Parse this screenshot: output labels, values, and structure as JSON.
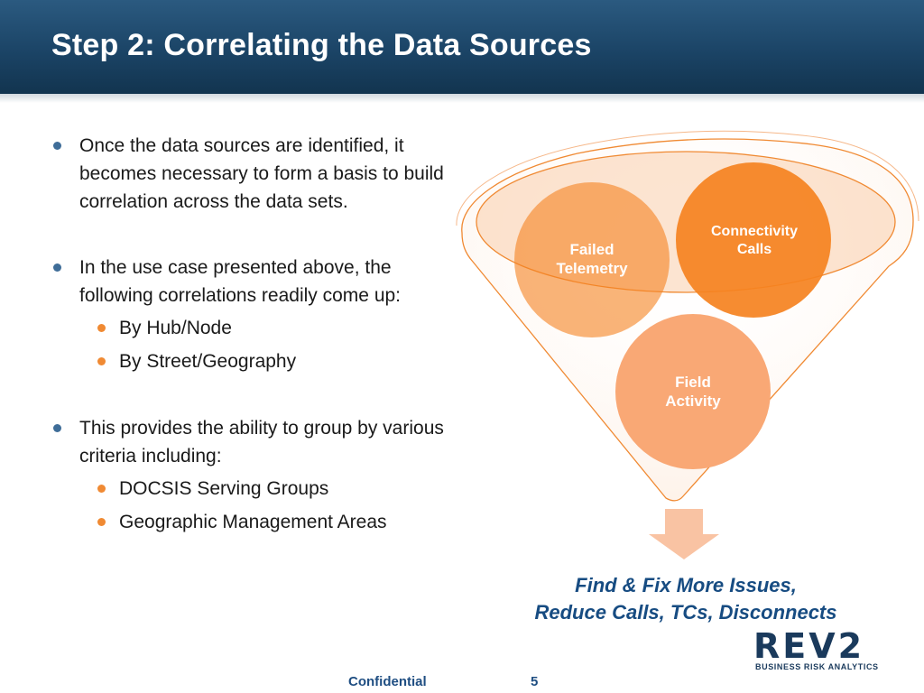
{
  "title": "Step 2: Correlating the Data Sources",
  "bullets": [
    {
      "text": "Once the data sources are identified, it becomes necessary to form a basis to build correlation across the data sets."
    },
    {
      "text": "In the use case presented above, the following correlations readily come up:",
      "sub": [
        "By Hub/Node",
        "By Street/Geography"
      ]
    },
    {
      "text": "This provides the ability to group by various criteria including:",
      "sub": [
        "DOCSIS Serving Groups",
        "Geographic Management Areas"
      ]
    }
  ],
  "diagram": {
    "circles": {
      "failed": {
        "line1": "Failed",
        "line2": "Telemetry"
      },
      "connectivity": {
        "line1": "Connectivity",
        "line2": "Calls"
      },
      "field": {
        "line1": "Field",
        "line2": "Activity"
      }
    },
    "outcome": {
      "line1": "Find & Fix More Issues,",
      "line2": "Reduce Calls, TCs, Disconnects"
    }
  },
  "logo": {
    "wordmark": "REV2",
    "tagline": "BUSINESS RISK ANALYTICS"
  },
  "footer": {
    "label": "Confidential",
    "page": "5"
  },
  "colors": {
    "header": "#1b4466",
    "accent_orange": "#f5821f",
    "light_orange": "#f9a875",
    "outcome_text": "#174c82",
    "bullet_primary": "#3f6d98",
    "bullet_secondary": "#f08a33"
  }
}
